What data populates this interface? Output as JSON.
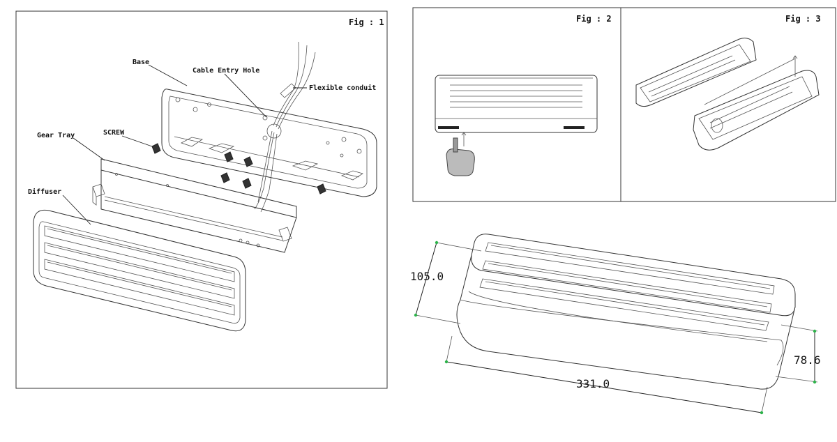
{
  "figures": {
    "fig1": {
      "title": "Fig : 1",
      "labels": {
        "base": "Base",
        "cable_entry_hole": "Cable Entry Hole",
        "flexible_conduit": "Flexible conduit",
        "screw": "SCREW",
        "gear_tray": "Gear Tray",
        "diffuser": "Diffuser"
      }
    },
    "fig2": {
      "title": "Fig : 2"
    },
    "fig3": {
      "title": "Fig : 3"
    },
    "dimensions": {
      "height": "105.0",
      "depth": "78.6",
      "length": "331.0"
    }
  }
}
